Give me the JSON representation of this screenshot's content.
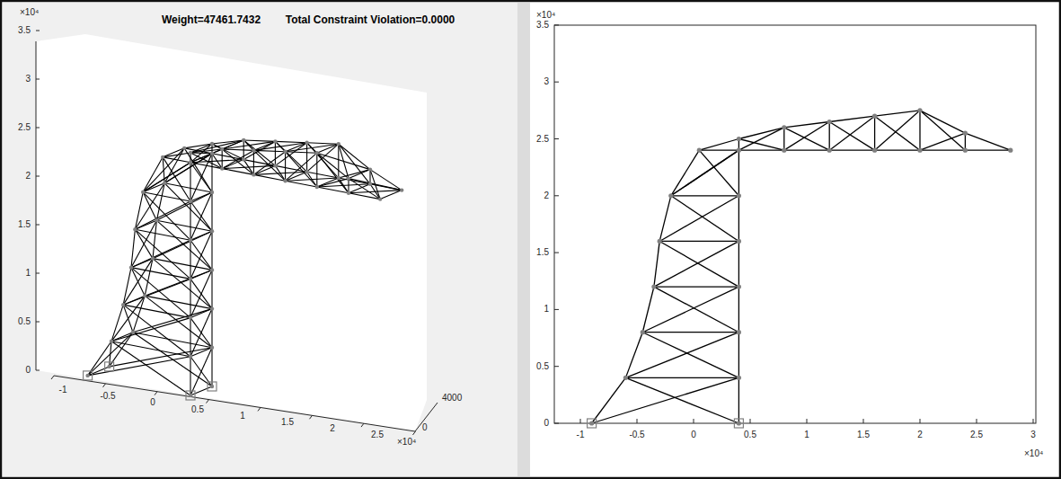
{
  "diagram": {
    "labels": [
      "Weight=47461.7432",
      "Total Constraint Violation=0.0000",
      "×10⁴",
      "3.5",
      "3",
      "2.5",
      "2",
      "1.5",
      "1",
      "0.5",
      "0",
      "-1",
      "-0.5",
      "0",
      "0.5",
      "1",
      "1.5",
      "2",
      "2.5",
      "×10⁴",
      "4000",
      "0",
      "×10⁴",
      "3.5",
      "3",
      "2.5",
      "2",
      "1.5",
      "1",
      "0.5",
      "0",
      "-1",
      "-0.5",
      "0",
      "0.5",
      "1",
      "1.5",
      "2",
      "2.5",
      "3",
      "×10⁴"
    ]
  }
}
